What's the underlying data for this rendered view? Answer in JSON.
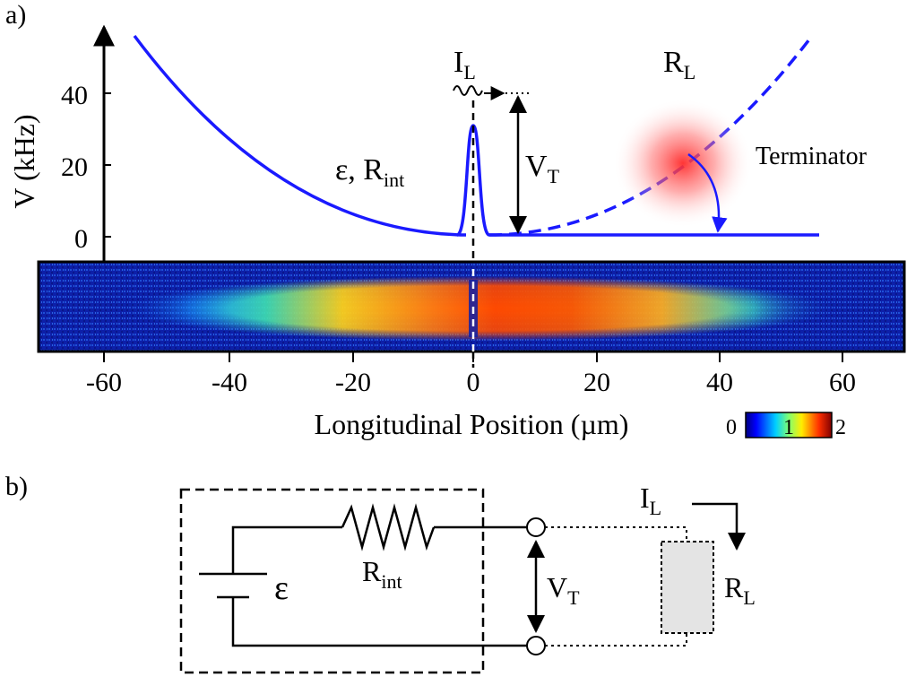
{
  "panel_a": {
    "label": "a)",
    "y_axis": {
      "label": "V (kHz)",
      "ticks": [
        "0",
        "20",
        "40"
      ]
    },
    "x_axis": {
      "label": "Longitudinal Position (µm)",
      "ticks": [
        "-60",
        "-40",
        "-20",
        "0",
        "20",
        "40",
        "60"
      ]
    },
    "annotations": {
      "current_main": "I",
      "current_sub": "L",
      "load_main": "R",
      "load_sub": "L",
      "emf": "ε,",
      "rint_main": "R",
      "rint_sub": "int",
      "vt_main": "V",
      "vt_sub": "T",
      "terminator": "Terminator"
    },
    "colorbar": {
      "min": "0",
      "mid": "1",
      "max": "2"
    }
  },
  "panel_b": {
    "label": "b)",
    "emf": "ε",
    "rint_main": "R",
    "rint_sub": "int",
    "vt_main": "V",
    "vt_sub": "T",
    "il_main": "I",
    "il_sub": "L",
    "rl_main": "R",
    "rl_sub": "L"
  },
  "colors": {
    "curve": "#1a1aff",
    "glow": "#ff3b3b",
    "load_box": "#e4e4e4"
  }
}
